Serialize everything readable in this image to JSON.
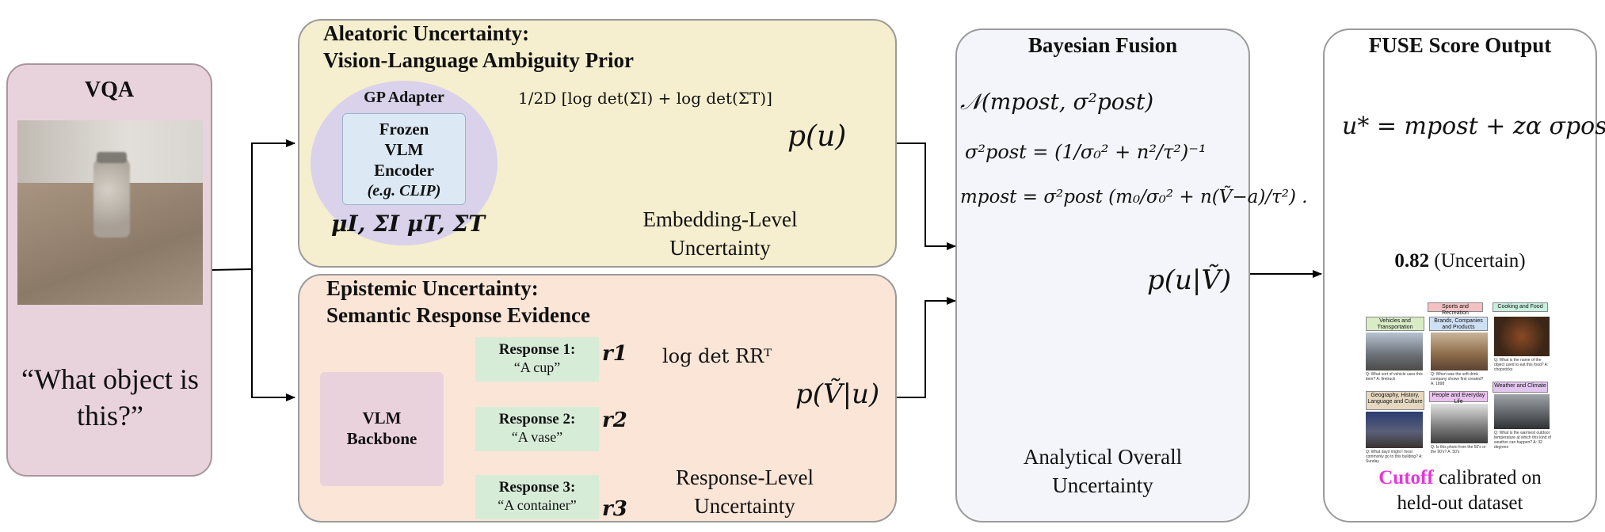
{
  "vqa": {
    "title": "VQA",
    "question": "“What object is this?”"
  },
  "aleatoric": {
    "title_line1": "Aleatoric Uncertainty:",
    "title_line2": "Vision-Language Ambiguity Prior",
    "gp_label": "GP Adapter",
    "encoder_lines": [
      "Frozen",
      "VLM",
      "Encoder"
    ],
    "encoder_eg": "(e.g. CLIP)",
    "params": "μI, ΣI  μT, ΣT",
    "formula": "1/2D [log det(ΣI) + log det(ΣT)]",
    "pu": "p(u)",
    "caption_line1": "Embedding-Level",
    "caption_line2": "Uncertainty"
  },
  "epistemic": {
    "title_line1": "Epistemic Uncertainty:",
    "title_line2": "Semantic Response Evidence",
    "backbone_line1": "VLM",
    "backbone_line2": "Backbone",
    "responses": [
      {
        "label": "Response 1:",
        "text": "“A cup”",
        "var": "r1"
      },
      {
        "label": "Response 2:",
        "text": "“A vase”",
        "var": "r2"
      },
      {
        "label": "Response 3:",
        "text": "“A container”",
        "var": "r3"
      }
    ],
    "logdet": "log det RRᵀ",
    "pv": "p(Ṽ|u)",
    "caption_line1": "Response-Level",
    "caption_line2": "Uncertainty"
  },
  "fusion": {
    "title": "Bayesian Fusion",
    "eq1": "𝒩(mpost, σ²post)",
    "eq2": "σ²post = (1/σ₀² + n²/τ²)⁻¹",
    "eq3": "mpost = σ²post (m₀/σ₀² + n(Ṽ−a)/τ²) .",
    "puv": "p(u|Ṽ)",
    "caption_line1": "Analytical Overall",
    "caption_line2": "Uncertainty"
  },
  "output": {
    "title": "FUSE Score Output",
    "ustar": "u* = mpost + zα σpost",
    "score": "0.82",
    "score_label": "(Uncertain)",
    "cutoff": "Cutoff",
    "cutoff_rest": "calibrated on",
    "cutoff_line2": "held-out dataset",
    "categories": [
      "Sports and Recreation",
      "Cooking and Food",
      "Vehicles and Transportation",
      "Brands, Companies and Products",
      "Geography, History, Language and Culture",
      "People and Everyday Life",
      "Weather and Climate"
    ],
    "thumb_captions": [
      "Q: What sort of vehicle uses this item? A: firetruck",
      "Q: When was the soft drink company shown first created? A: 1898",
      "Q: What is the name of the object used to eat this food? A: chopsticks",
      "Q: What days might I most commonly go to this building? A: Sunday",
      "Q: Is this photo from the 50's or the 90's? A: 50's",
      "Q: What is the warmest outdoor temperature at which this kind of weather can happen? A: 32 degrees"
    ]
  },
  "colors": {
    "vqa_bg": "#e8d3dc",
    "aleatoric_bg": "#f5efcf",
    "epistemic_bg": "#fae5d7",
    "fusion_bg": "#f4f5fa",
    "response_bg": "#d7ecd7",
    "backbone_bg": "#e9d2dc",
    "gp_bg": "#d9d2ea",
    "encoder_bg": "#dce9f5",
    "cutoff": "#e536d8"
  }
}
